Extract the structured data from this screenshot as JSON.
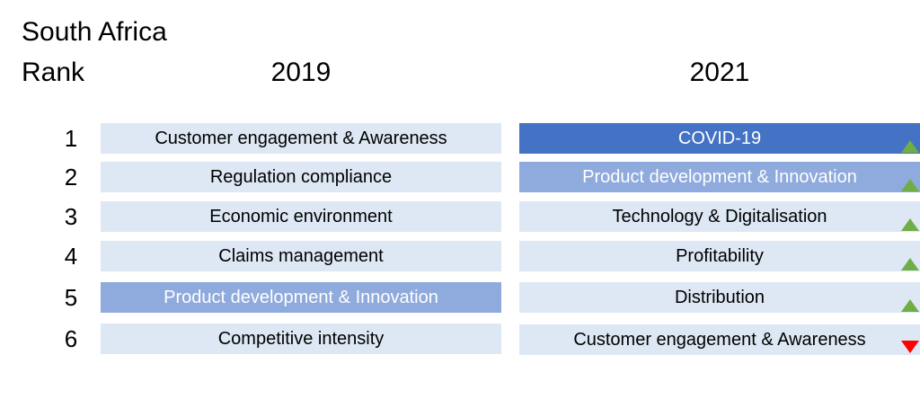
{
  "title": {
    "line1": "South Africa",
    "line2": "Rank"
  },
  "years": {
    "first": "2019",
    "second": "2021"
  },
  "colors": {
    "light_cell": "#dde8f4",
    "medium_cell": "#8faadc",
    "dark_cell": "#4472c4",
    "arrow_up": "#70ad47",
    "arrow_down": "#ff0000"
  },
  "rows": [
    {
      "rank": "1",
      "y2019": {
        "label": "Customer engagement & Awareness",
        "shade": "light"
      },
      "y2021": {
        "label": "COVID-19",
        "shade": "dark"
      },
      "trend": "up"
    },
    {
      "rank": "2",
      "y2019": {
        "label": "Regulation compliance",
        "shade": "light"
      },
      "y2021": {
        "label": "Product development & Innovation",
        "shade": "medium"
      },
      "trend": "up"
    },
    {
      "rank": "3",
      "y2019": {
        "label": "Economic environment",
        "shade": "light"
      },
      "y2021": {
        "label": "Technology & Digitalisation",
        "shade": "light"
      },
      "trend": "up"
    },
    {
      "rank": "4",
      "y2019": {
        "label": "Claims management",
        "shade": "light"
      },
      "y2021": {
        "label": "Profitability",
        "shade": "light"
      },
      "trend": "up"
    },
    {
      "rank": "5",
      "y2019": {
        "label": "Product development & Innovation",
        "shade": "medium"
      },
      "y2021": {
        "label": "Distribution",
        "shade": "light"
      },
      "trend": "up"
    },
    {
      "rank": "6",
      "y2019": {
        "label": "Competitive intensity",
        "shade": "light"
      },
      "y2021": {
        "label": "Customer engagement & Awareness",
        "shade": "light"
      },
      "trend": "down"
    }
  ]
}
